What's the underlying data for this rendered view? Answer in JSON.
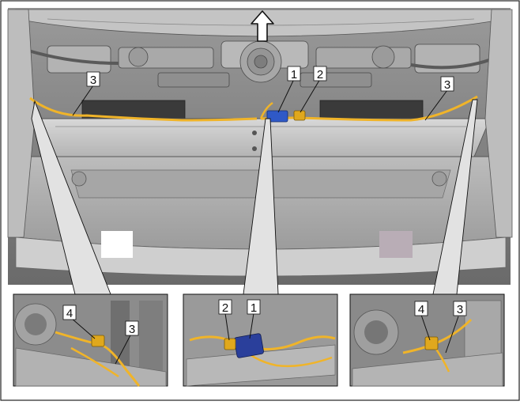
{
  "main_view": {
    "callouts": [
      {
        "id": "main-callout-1",
        "label": "1"
      },
      {
        "id": "main-callout-2",
        "label": "2"
      },
      {
        "id": "main-callout-3-left",
        "label": "3"
      },
      {
        "id": "main-callout-3-right",
        "label": "3"
      }
    ],
    "direction_arrow": "up-arrow-icon"
  },
  "insets": [
    {
      "name": "left",
      "callouts": [
        {
          "label": "4"
        },
        {
          "label": "3"
        }
      ]
    },
    {
      "name": "center",
      "callouts": [
        {
          "label": "2"
        },
        {
          "label": "1"
        }
      ]
    },
    {
      "name": "right",
      "callouts": [
        {
          "label": "4"
        },
        {
          "label": "3"
        }
      ]
    }
  ],
  "colors": {
    "harness": "#f0b429",
    "connector": "#2f59c7",
    "body_light": "#c9c9c9",
    "body_mid": "#a9a9a9",
    "body_dark": "#6e6e6e"
  }
}
